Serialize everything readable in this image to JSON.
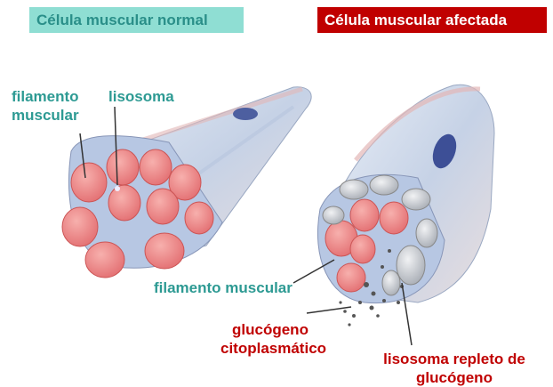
{
  "titles": {
    "normal": "Célula muscular normal",
    "affected": "Célula muscular afectada"
  },
  "labels": {
    "filamento_muscular_line1": "filamento",
    "filamento_muscular_line2": "muscular",
    "lisosoma": "lisosoma",
    "filamento_muscular_mid": "filamento muscular",
    "glucogeno_line1": "glucógeno",
    "glucogeno_line2": "citoplasmático",
    "lisosoma_repleto_line1": "lisosoma repleto de",
    "lisosoma_repleto_line2": "glucógeno"
  },
  "colors": {
    "teal_label": "#2d9a93",
    "red_label": "#c00000",
    "title_normal_bg": "#8fded3",
    "title_affected_bg": "#c00000",
    "fiber_pink": "#f08a8a",
    "membrane": "#c8d4e6",
    "glycogen": "#c9cdd3"
  }
}
